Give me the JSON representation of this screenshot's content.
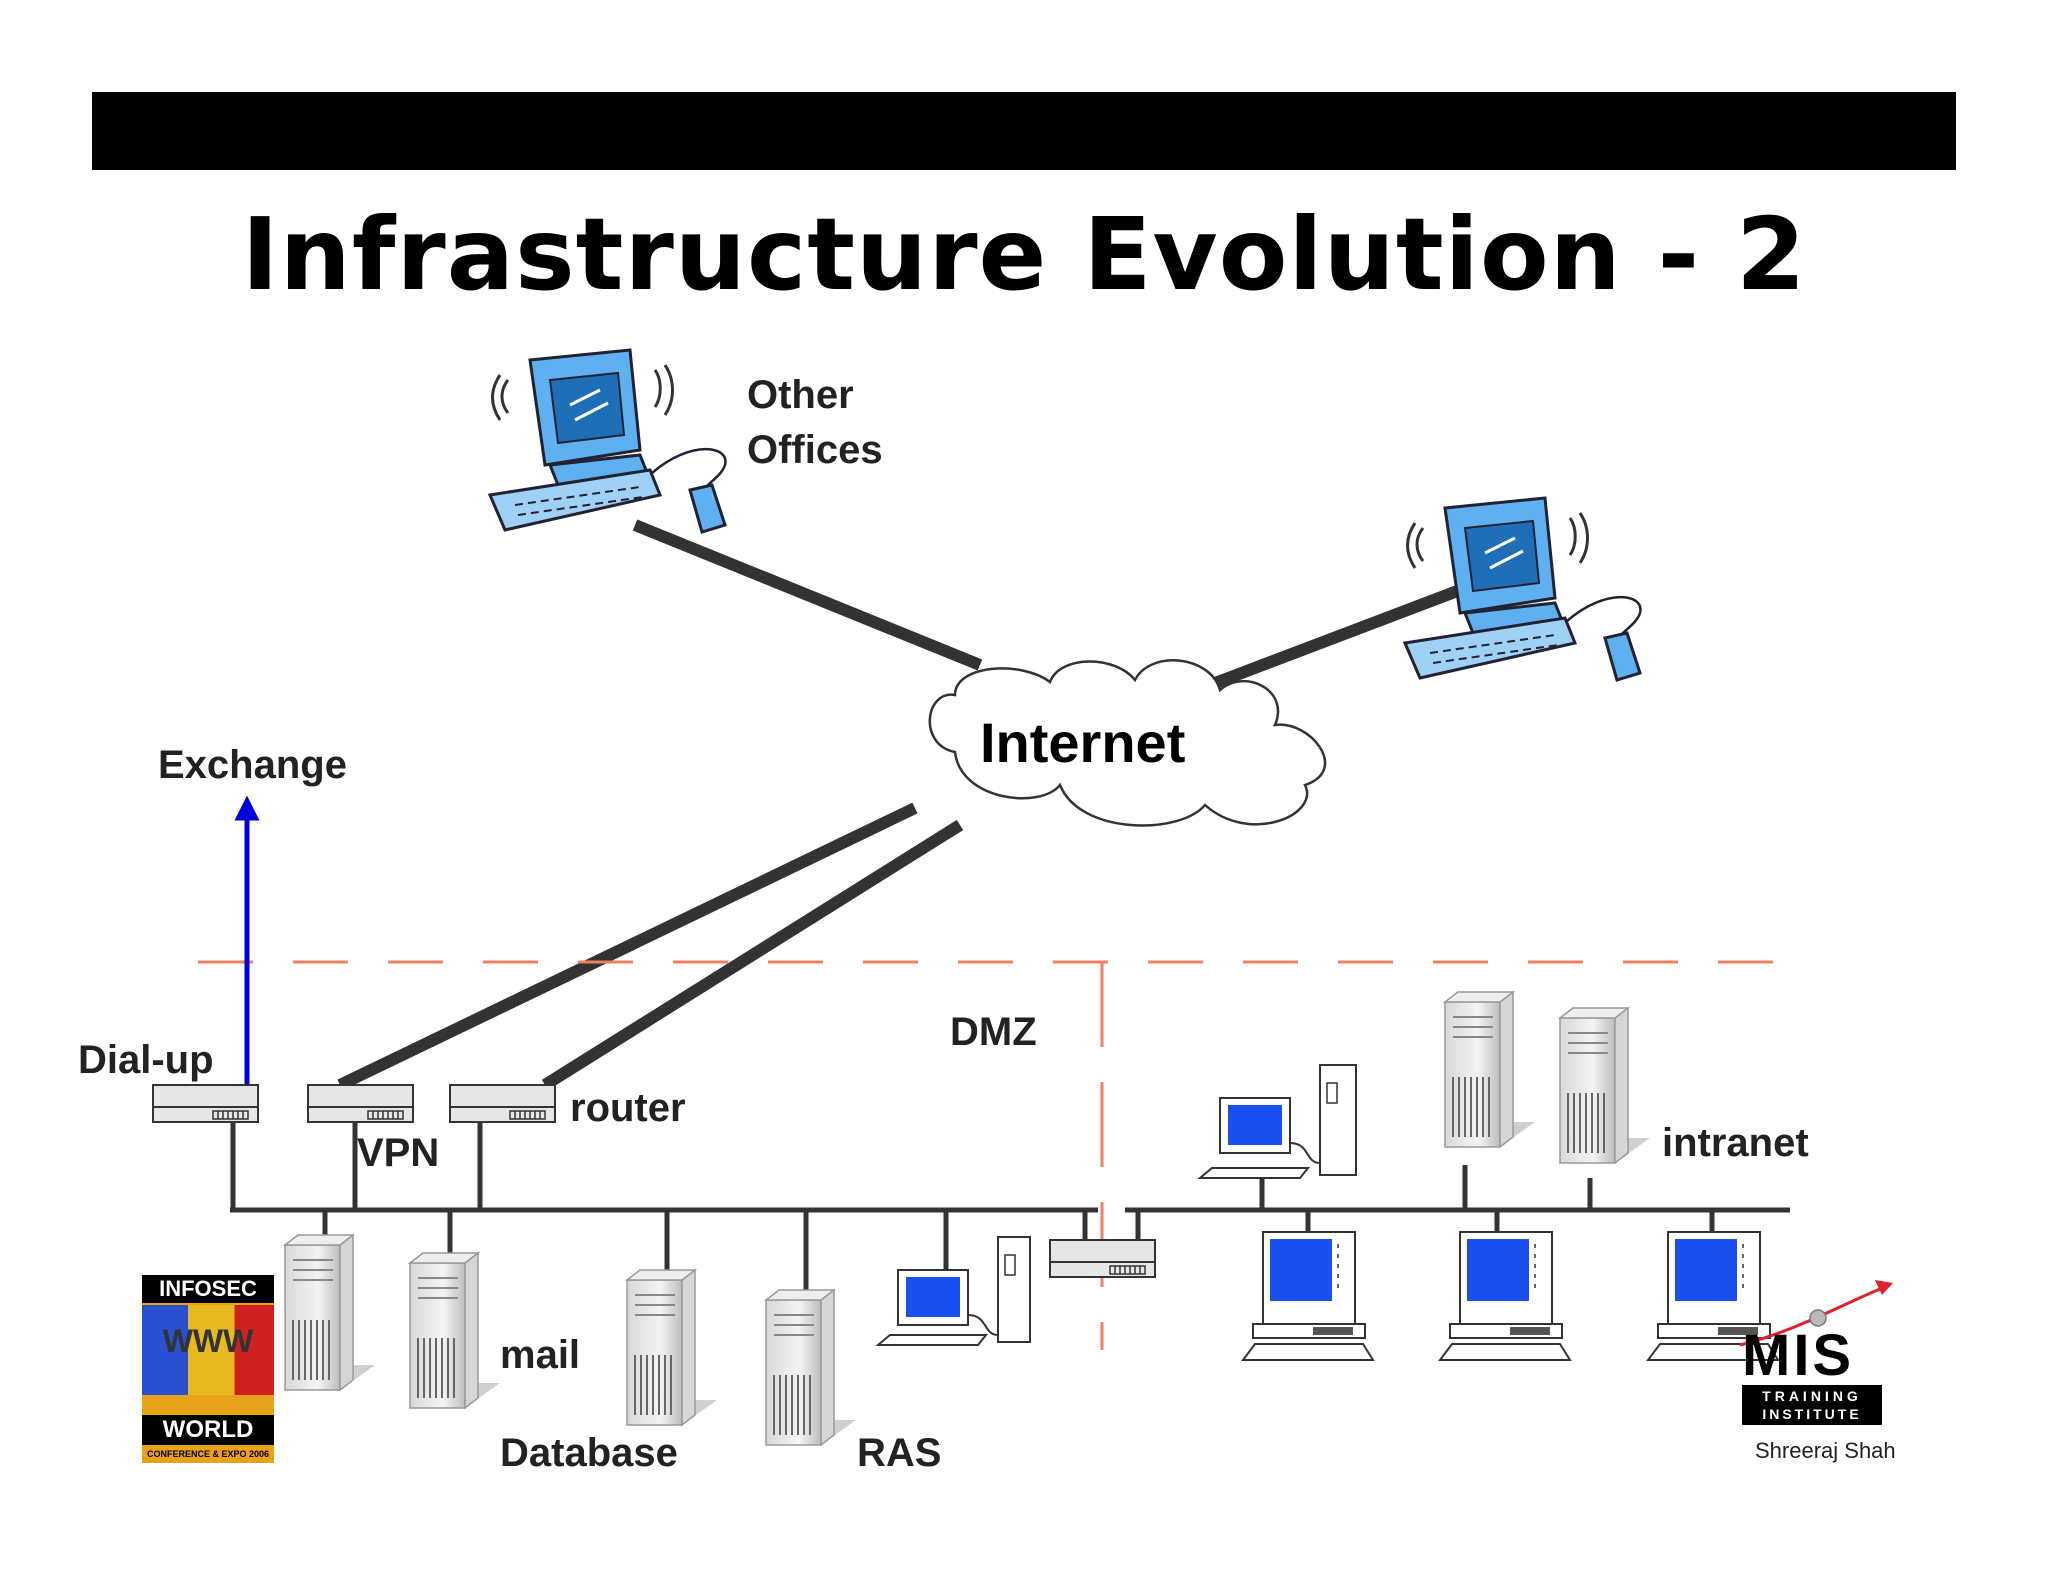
{
  "slide": {
    "title": "Infrastructure Evolution - 2",
    "credit": "Shreeraj Shah"
  },
  "labels": {
    "other_offices_line1": "Other",
    "other_offices_line2": "Offices",
    "internet": "Internet",
    "exchange": "Exchange",
    "dial_up": "Dial-up",
    "vpn": "VPN",
    "router": "router",
    "dmz": "DMZ",
    "intranet": "intranet",
    "mail": "mail",
    "database": "Database",
    "ras": "RAS"
  },
  "logos": {
    "infosec_top": "INFOSEC",
    "infosec_mid": "WWW",
    "infosec_world": "WORLD",
    "infosec_bottom": "CONFERENCE & EXPO 2006",
    "mis_main": "MIS",
    "mis_sub1": "TRAINING",
    "mis_sub2": "INSTITUTE"
  },
  "colors": {
    "link": "#333333",
    "dmz_boundary": "#f08060",
    "exchange_arrow": "#0000dd",
    "remote_pc": "#5fb0f0",
    "lan_screen": "#1a4ff0"
  },
  "icons": [
    "remote-computer-icon",
    "cloud-icon",
    "router-icon",
    "server-tower-icon",
    "workstation-icon",
    "arrow-up-icon"
  ]
}
